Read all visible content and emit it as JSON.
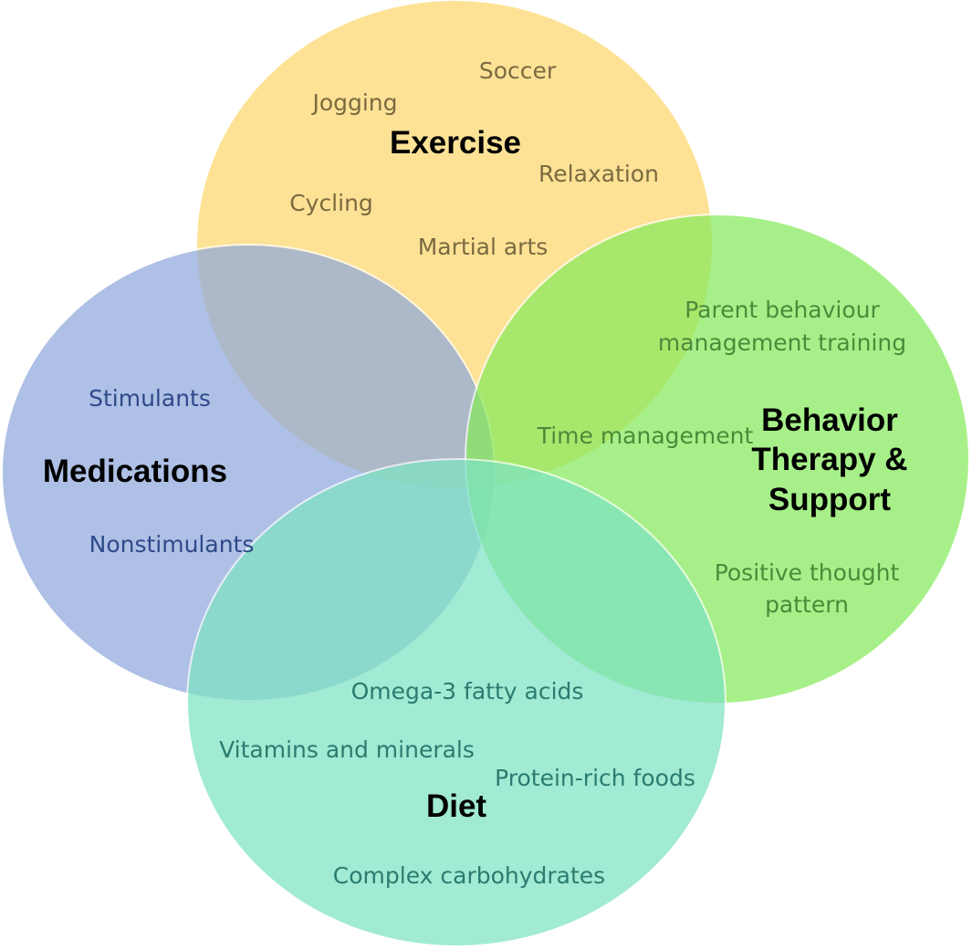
{
  "circles": {
    "exercise": {
      "title": "Exercise",
      "color": "#FDD76F",
      "items": [
        "Soccer",
        "Jogging",
        "Relaxation",
        "Cycling",
        "Martial arts"
      ],
      "text_color": "#7A6A3F"
    },
    "medications": {
      "title": "Medications",
      "color": "#8FA8DC",
      "items": [
        "Stimulants",
        "Nonstimulants"
      ],
      "text_color": "#2E4A8A"
    },
    "behavior": {
      "title_lines": [
        "Behavior",
        "Therapy &",
        "Support"
      ],
      "color": "#86EB5C",
      "items": [
        "Parent behaviour",
        "management training",
        "Time management",
        "Positive thought",
        "pattern"
      ],
      "text_color": "#4C8A3A"
    },
    "diet": {
      "title": "Diet",
      "color": "#7DE3C3",
      "items": [
        "Omega-3 fatty acids",
        "Vitamins and minerals",
        "Protein-rich foods",
        "Complex carbohydrates"
      ],
      "text_color": "#2A7C70"
    }
  }
}
